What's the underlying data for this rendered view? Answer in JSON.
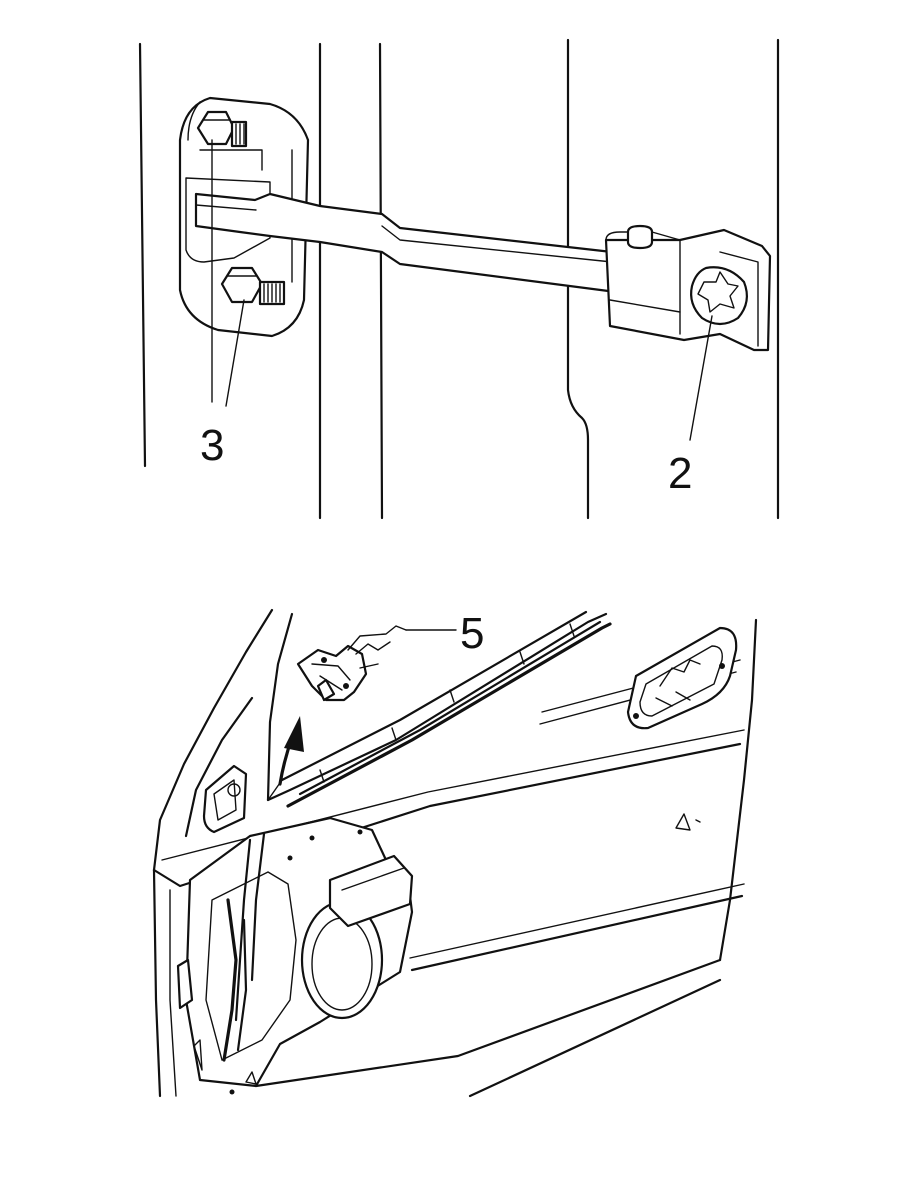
{
  "callouts": {
    "c3": "3",
    "c2": "2",
    "c5": "5"
  },
  "colors": {
    "line": "#111111",
    "background": "#ffffff"
  }
}
